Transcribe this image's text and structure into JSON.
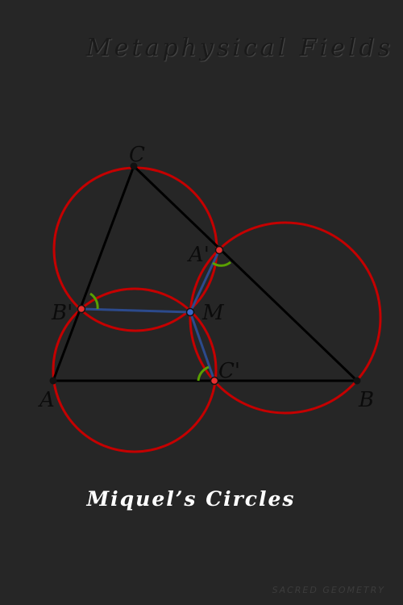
{
  "header": {
    "title": "Metaphysical Fields"
  },
  "caption": {
    "text": "Miquel’s Circles"
  },
  "watermark": {
    "text": "SACRED GEOMETRY"
  },
  "labels": {
    "A": "A",
    "B": "B",
    "C": "C",
    "A_prime": "A'",
    "B_prime": "B'",
    "C_prime": "C'",
    "M": "M"
  },
  "colors": {
    "background": "#262626",
    "triangle": "#000000",
    "circles": "#c40000",
    "segments": "#2c4a8c",
    "angle_marks": "#5aa000",
    "point_fill_red": "#e63030",
    "point_fill_blue": "#3a64c8"
  }
}
